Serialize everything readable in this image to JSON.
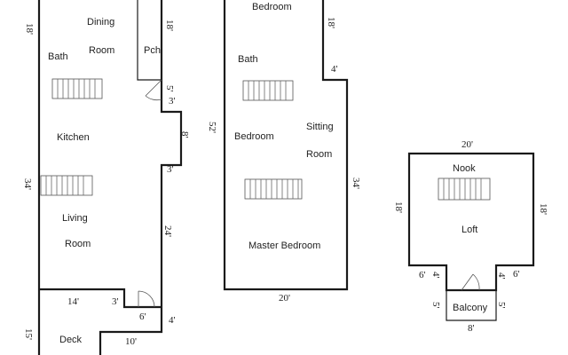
{
  "rooms": {
    "dining": "Dining",
    "dining_room": "Room",
    "bath_left": "Bath",
    "porch": "Pch",
    "kitchen": "Kitchen",
    "living": "Living",
    "living_room": "Room",
    "deck": "Deck",
    "bedroom_top": "Bedroom",
    "bath_mid": "Bath",
    "bedroom_mid": "Bedroom",
    "sitting": "Sitting",
    "sitting_room": "Room",
    "master_bedroom": "Master Bedroom",
    "nook": "Nook",
    "loft": "Loft",
    "balcony": "Balcony"
  },
  "dimensions": {
    "left_18": "18'",
    "porch_18": "18'",
    "porch_5": "5'",
    "kitchen_3a": "3'",
    "kitchen_8": "8'",
    "kitchen_3b": "3'",
    "left_34": "34'",
    "living_24": "24'",
    "dim_14": "14'",
    "dim_3": "3'",
    "dim_6": "6'",
    "dim_4": "4'",
    "left_15": "15'",
    "dim_10": "10'",
    "mid_18": "18'",
    "mid_4": "4'",
    "mid_52": "52'",
    "mid_34": "34'",
    "mid_20": "20'",
    "loft_20": "20'",
    "loft_18_left": "18'",
    "loft_18_right": "18'",
    "loft_6_left": "6'",
    "loft_4_left": "4'",
    "loft_4_right": "4'",
    "loft_6_right": "6'",
    "balcony_5_left": "5'",
    "balcony_5_right": "5'",
    "balcony_8": "8'"
  }
}
